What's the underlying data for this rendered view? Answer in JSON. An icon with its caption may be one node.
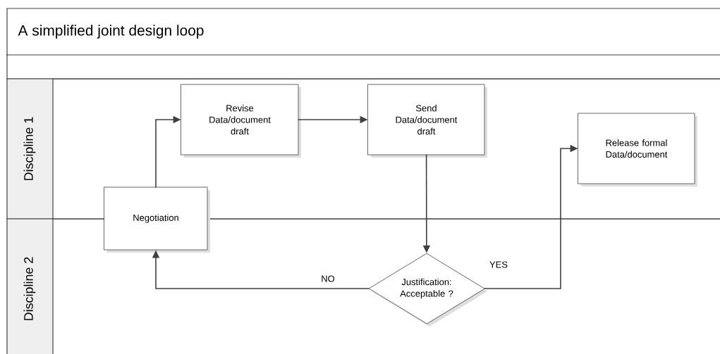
{
  "diagram": {
    "title": "A simplified joint design loop",
    "nodes": [
      {
        "text": [
          "Discipline 1"
        ]
      },
      {
        "text": [
          "Discipline 2"
        ]
      },
      {
        "text": [
          "Negotiation"
        ]
      },
      {
        "text": [
          "Revise Data/document draft"
        ],
        "in": 0
      },
      {
        "text": [
          "Send Data/document draft"
        ],
        "in": 0
      },
      {
        "text": [
          "Release formal Data/document"
        ],
        "in": 0
      },
      {
        "text": [
          "Justification: Acceptable ?"
        ],
        "in": 1
      }
    ],
    "edges": [
      {
        "from": 2,
        "to": 3,
        "arrow": "to"
      },
      {
        "from": 3,
        "to": 4,
        "arrow": "to"
      },
      {
        "from": 4,
        "to": 6,
        "arrow": "to"
      },
      {
        "from": 6,
        "to": 2,
        "arrow": "to",
        "label": "NO"
      },
      {
        "from": 6,
        "to": 5,
        "arrow": "to",
        "label": "YES"
      }
    ]
  }
}
